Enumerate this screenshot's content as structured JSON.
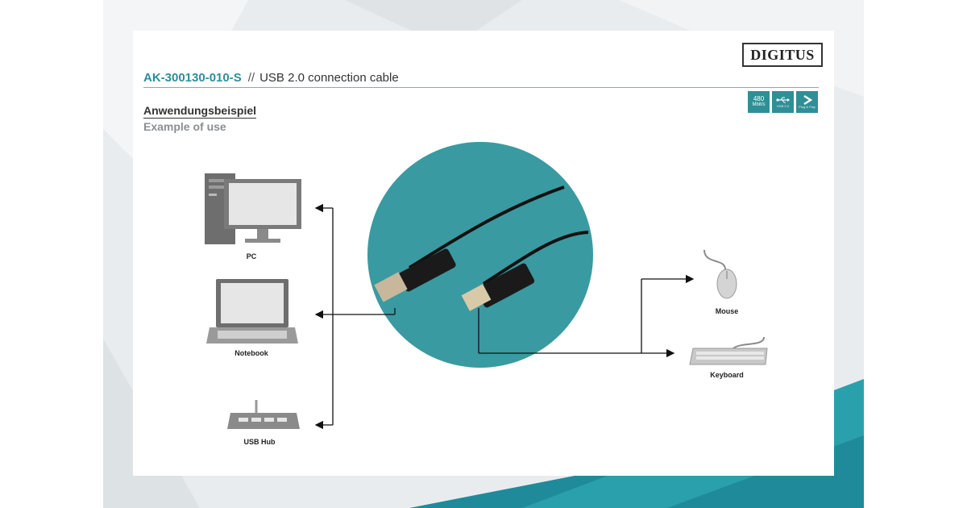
{
  "header": {
    "product_code": "AK-300130-010-S",
    "separator": "//",
    "product_name": "USB 2.0 connection cable",
    "brand": "DIGITUS"
  },
  "section": {
    "title_de": "Anwendungsbeispiel",
    "title_en": "Example of use"
  },
  "badges": [
    {
      "icon": "speed-icon",
      "line1": "480",
      "line2": "Mbit/s"
    },
    {
      "icon": "usb-icon",
      "line1": "USB 2.0"
    },
    {
      "icon": "plug-and-play-icon",
      "line1": "Plug & Play"
    }
  ],
  "devices": {
    "pc": "PC",
    "notebook": "Notebook",
    "usb_hub": "USB Hub",
    "mouse": "Mouse",
    "keyboard": "Keyboard"
  },
  "colors": {
    "accent": "#2b8f9a",
    "circle": "#3a9aa1",
    "teal_dark": "#1d7f8f"
  }
}
